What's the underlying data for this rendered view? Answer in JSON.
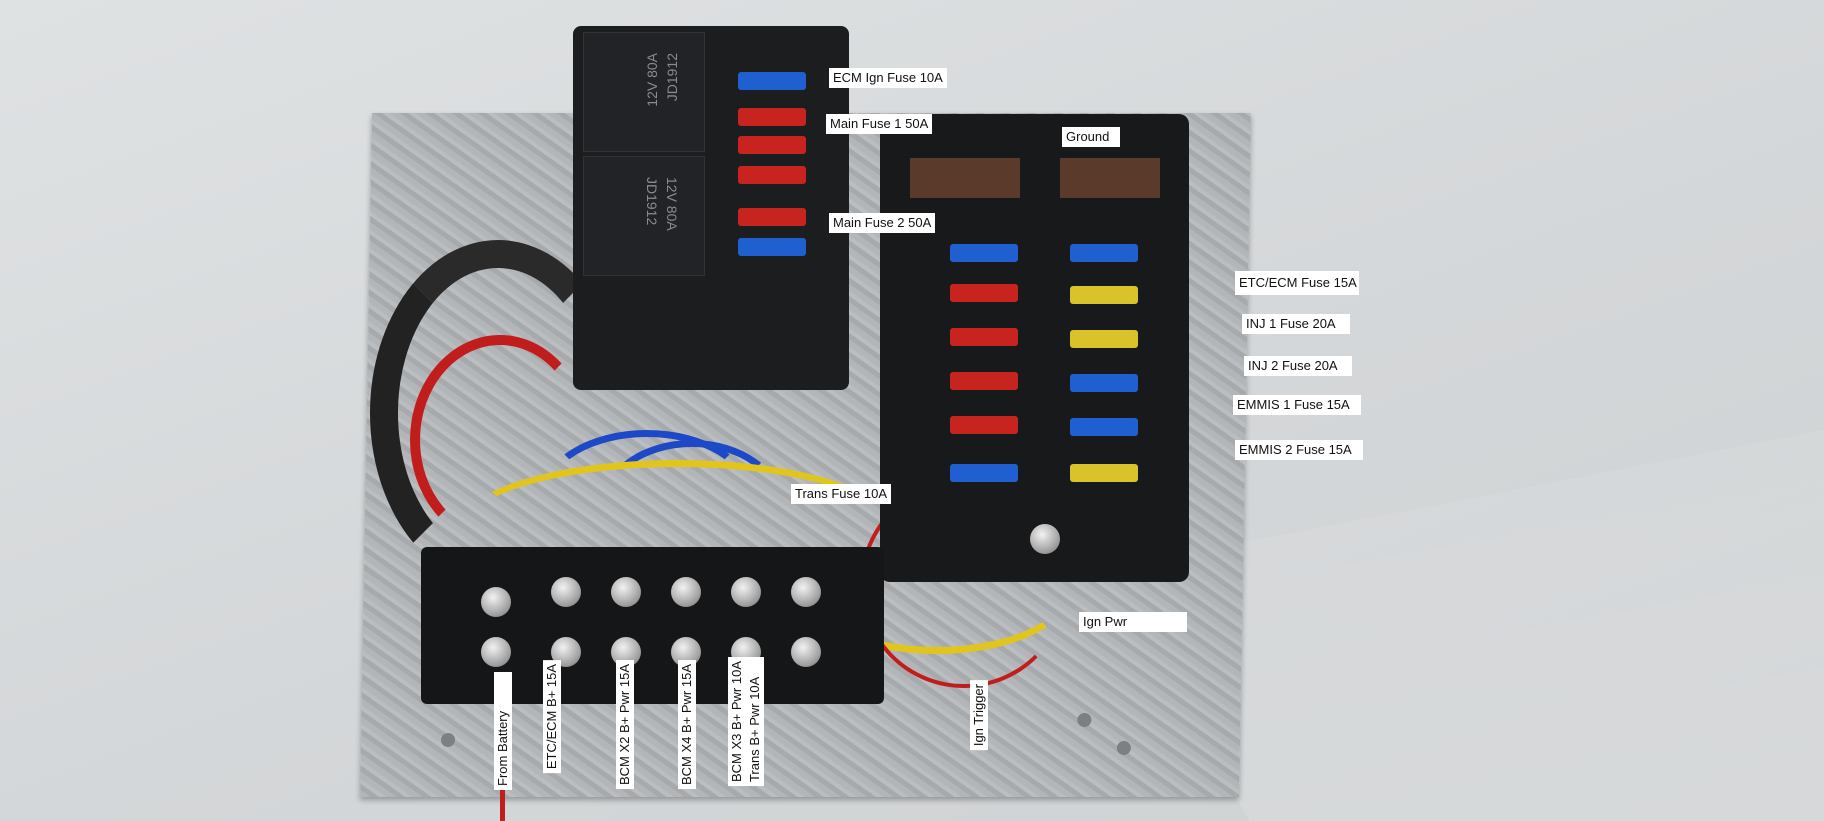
{
  "photo": {
    "relay_markings": [
      {
        "model": "JD1912",
        "rating": "12V 80A"
      },
      {
        "model": "JD1912",
        "rating": "12V 80A"
      }
    ],
    "callouts": {
      "ecm_ign_fuse": "ECM Ign Fuse 10A",
      "main_fuse_1": "Main Fuse 1 50A",
      "main_fuse_2": "Main Fuse 2 50A",
      "ground": "Ground",
      "etc_ecm_fuse": "ETC/ECM Fuse 15A",
      "inj1_fuse": "INJ 1 Fuse 20A",
      "inj2_fuse": "INJ 2 Fuse 20A",
      "emmis1_fuse": "EMMIS 1 Fuse 15A",
      "emmis2_fuse": "EMMIS 2 Fuse 15A",
      "trans_fuse": "Trans Fuse 10A",
      "ign_pwr": "Ign Pwr",
      "ign_trigger": "Ign Trigger"
    },
    "terminal_labels": {
      "from_battery": "From Battery",
      "etc_ecm_bplus": "ETC/ECM B+ 15A",
      "bcm_x2": "BCM X2 B+ Pwr 15A",
      "bcm_x4": "BCM X4 B+ Pwr 15A",
      "bcm_x3": "BCM X3 B+ Pwr 10A",
      "trans_bplus": "Trans B+ Pwr 10A"
    },
    "colors": {
      "fuse_blue": "#1f5fd0",
      "fuse_red": "#c8241f",
      "fuse_yellow": "#d9c22a",
      "wire_red": "#c21d1d",
      "wire_blue": "#1d49c9",
      "wire_yellow": "#e2c51a"
    }
  }
}
